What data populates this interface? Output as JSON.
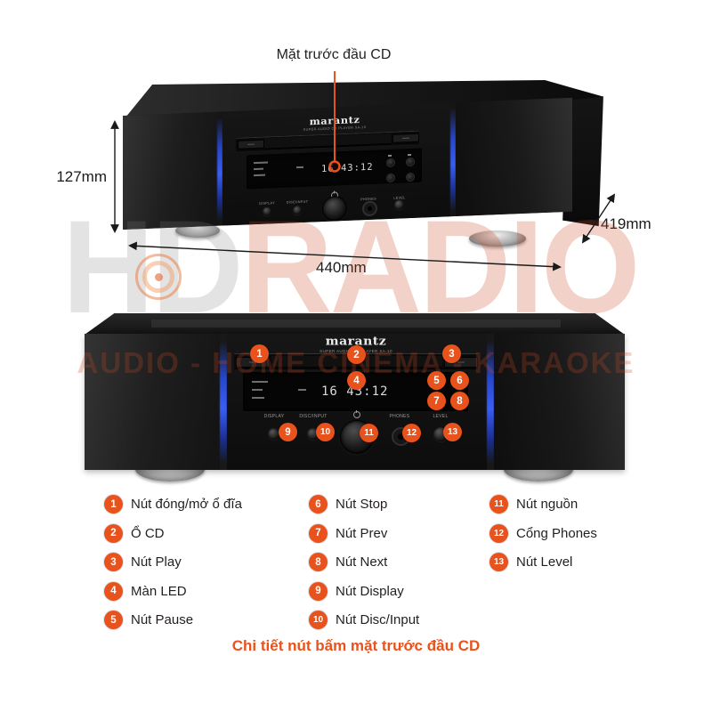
{
  "header": {
    "front_label": "Mặt trước đầu CD"
  },
  "dimensions": {
    "height": "127mm",
    "width": "440mm",
    "depth": "419mm"
  },
  "watermark": {
    "brand_hd": "HD",
    "brand_radio": "RADIO",
    "tagline": "AUDIO - HOME CINEMA - KARAOKE"
  },
  "device": {
    "brand": "marantz",
    "model_line": "SUPER AUDIO CD PLAYER SA-10",
    "display_time": "16 43:12",
    "controls": {
      "display": "DISPLAY",
      "disc_input": "DISC/INPUT",
      "phones": "PHONES",
      "level": "LEVEL"
    }
  },
  "callouts": [
    {
      "number": "1",
      "label": "Nút đóng/mở ổ đĩa"
    },
    {
      "number": "2",
      "label": "Ổ CD"
    },
    {
      "number": "3",
      "label": "Nút Play"
    },
    {
      "number": "4",
      "label": "Màn LED"
    },
    {
      "number": "5",
      "label": "Nút Pause"
    },
    {
      "number": "6",
      "label": "Nút Stop"
    },
    {
      "number": "7",
      "label": "Nút Prev"
    },
    {
      "number": "8",
      "label": "Nút Next"
    },
    {
      "number": "9",
      "label": "Nút Display"
    },
    {
      "number": "10",
      "label": "Nút Disc/Input"
    },
    {
      "number": "11",
      "label": "Nút nguồn"
    },
    {
      "number": "12",
      "label": "Cổng Phones"
    },
    {
      "number": "13",
      "label": "Nút Level"
    }
  ],
  "caption": {
    "text": "Chi tiết nút bấm mặt trước đầu CD"
  },
  "colors": {
    "accent": "#E8521C",
    "text_dark": "#231F20",
    "led_blue": "#3A5EF5"
  }
}
